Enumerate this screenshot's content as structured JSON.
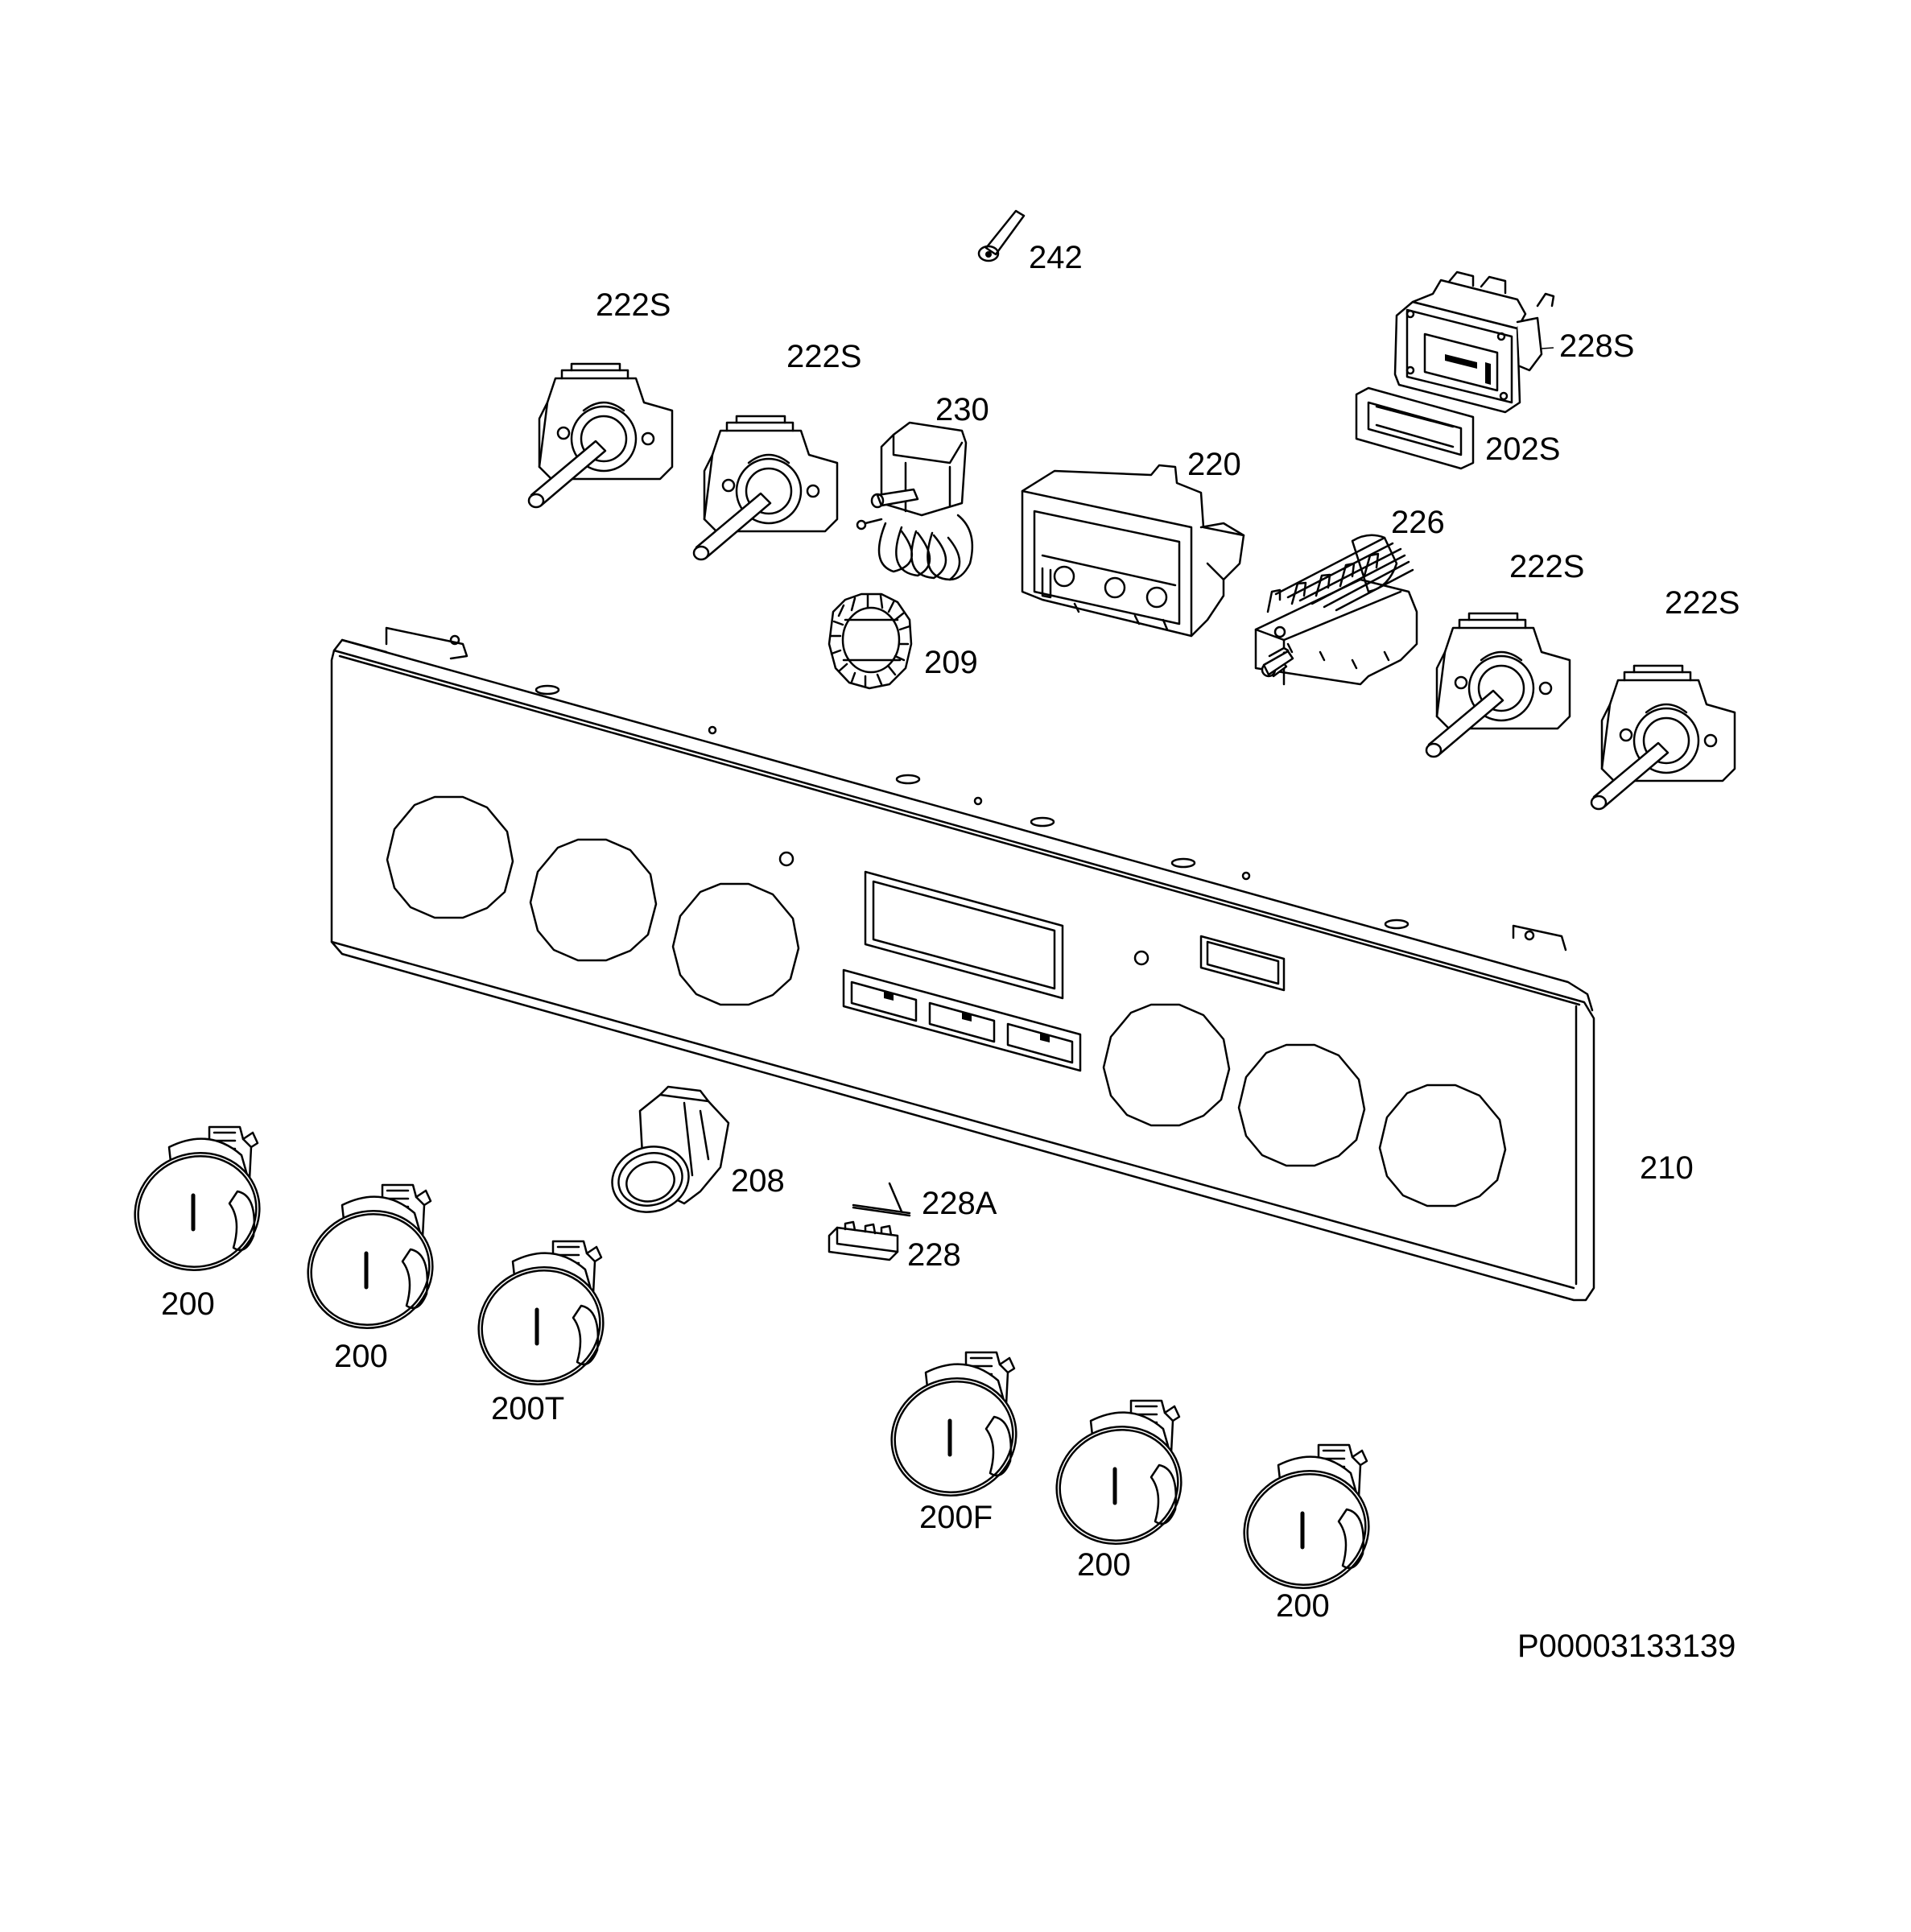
{
  "diagram": {
    "document_id": "P00003133139",
    "labels": [
      {
        "key": "242",
        "text": "242"
      },
      {
        "key": "222S_a",
        "text": "222S"
      },
      {
        "key": "222S_b",
        "text": "222S"
      },
      {
        "key": "230",
        "text": "230"
      },
      {
        "key": "228S",
        "text": "228S"
      },
      {
        "key": "202S",
        "text": "202S"
      },
      {
        "key": "220",
        "text": "220"
      },
      {
        "key": "226",
        "text": "226"
      },
      {
        "key": "222S_c",
        "text": "222S"
      },
      {
        "key": "222S_d",
        "text": "222S"
      },
      {
        "key": "209",
        "text": "209"
      },
      {
        "key": "210",
        "text": "210"
      },
      {
        "key": "208",
        "text": "208"
      },
      {
        "key": "228A",
        "text": "228A"
      },
      {
        "key": "228",
        "text": "228"
      },
      {
        "key": "200_a",
        "text": "200"
      },
      {
        "key": "200_b",
        "text": "200"
      },
      {
        "key": "200T",
        "text": "200T"
      },
      {
        "key": "200F",
        "text": "200F"
      },
      {
        "key": "200_c",
        "text": "200"
      },
      {
        "key": "200_d",
        "text": "200"
      }
    ]
  }
}
